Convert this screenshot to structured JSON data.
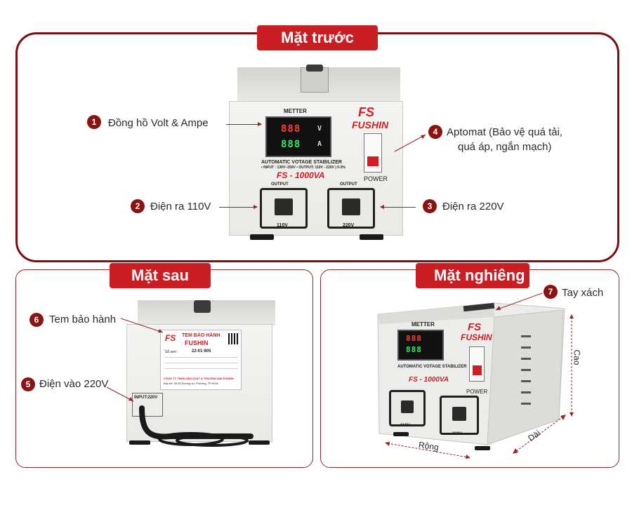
{
  "sections": {
    "front": {
      "title": "Mặt trước"
    },
    "back": {
      "title": "Mặt sau"
    },
    "side": {
      "title": "Mặt nghiêng"
    }
  },
  "callouts": [
    {
      "num": "1",
      "text": "Đồng hồ Volt & Ampe"
    },
    {
      "num": "2",
      "text": "Điện ra 110V"
    },
    {
      "num": "3",
      "text": "Điện ra 220V"
    },
    {
      "num": "4",
      "line1": "Aptomat (Bảo vệ quá tải,",
      "line2": "quá áp, ngắn mạch)"
    },
    {
      "num": "5",
      "text": "Điện vào 220V"
    },
    {
      "num": "6",
      "text": "Tem bảo hành"
    },
    {
      "num": "7",
      "text": "Tay xách"
    }
  ],
  "dimensions": {
    "height": "Cao",
    "length": "Dài",
    "width": "Rộng"
  },
  "device": {
    "meter_label": "METTER",
    "brand_logo": "FS",
    "brand_name": "FUSHIN",
    "volt_reading": "888",
    "amp_reading": "888",
    "volt_unit": "V",
    "amp_unit": "A",
    "model_title": "AUTOMATIC VOTAGE STABILIZER",
    "model_spec": "• INPUT : 130V~250V  • OUTPUT: 110V - 220V | 0-3%",
    "model_name": "FS - 1000VA",
    "power_label": "POWER",
    "output_label": "OUTPUT",
    "out_110": "110V",
    "out_220": "220V",
    "input_label": "INPUT:220V"
  },
  "warranty_sticker": {
    "logo": "FS",
    "title": "TEM BẢO HÀNH",
    "brand": "FUSHIN",
    "serial_label": "Số seri:",
    "serial_value": "22-01-905",
    "footer1": "CÔNG TY TNHH SẢN XUẤT & THƯƠNG MẠI FUSHIN",
    "footer2": "Địa chỉ: 28-30 Đường số, Phường, TP.HCM"
  },
  "colors": {
    "accent": "#c81e24",
    "border": "#7a0f10",
    "badge": "#8a1414"
  }
}
